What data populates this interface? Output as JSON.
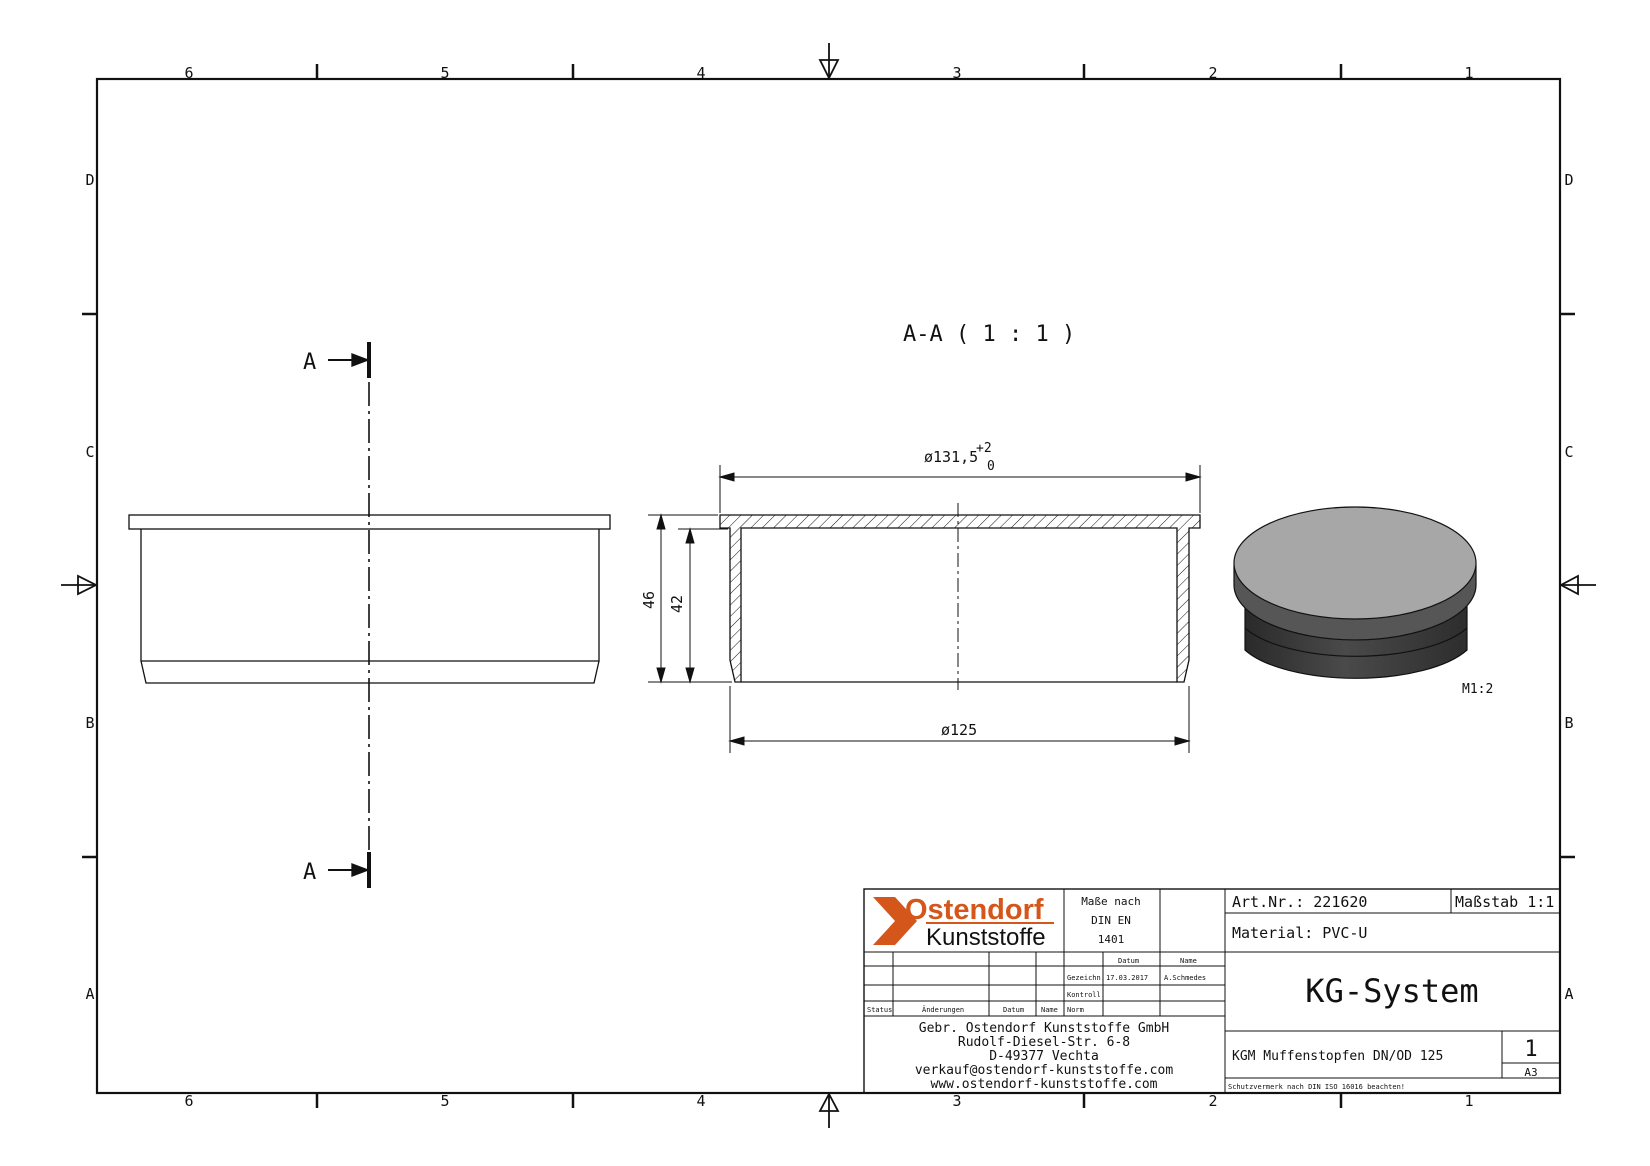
{
  "grid": {
    "columns": [
      "6",
      "5",
      "4",
      "3",
      "2",
      "1"
    ],
    "rows": [
      "D",
      "C",
      "B",
      "A"
    ]
  },
  "views": {
    "section_cut_label": "A",
    "section_title": "A-A ( 1 : 1 )",
    "iso_scale": "M1:2"
  },
  "dimensions": {
    "outer_diameter": "ø131,5",
    "tol_upper": "+2",
    "tol_lower": "0",
    "inner_diameter": "ø125",
    "height_total": "46",
    "height_inner": "42"
  },
  "title_block": {
    "logo_name": "Ostendorf",
    "logo_sub": "Kunststoffe",
    "dims_note_1": "Maße nach",
    "dims_note_2": "DIN EN",
    "dims_note_3": "1401",
    "col_datum": "Datum",
    "col_name": "Name",
    "row_gezeichn": "Gezeichn.",
    "row_kontroll": "Kontroll.",
    "row_norm": "Norm",
    "date": "17.03.2017",
    "drawer": "A.Schmedes",
    "rev_status": "Status",
    "rev_aenderungen": "Änderungen",
    "rev_datum": "Datum",
    "rev_name": "Name",
    "company_1": "Gebr. Ostendorf Kunststoffe GmbH",
    "company_2": "Rudolf-Diesel-Str. 6-8",
    "company_3": "D-49377 Vechta",
    "company_4": "verkauf@ostendorf-kunststoffe.com",
    "company_5": "www.ostendorf-kunststoffe.com",
    "art_nr": "Art.Nr.: 221620",
    "scale": "Maßstab 1:1",
    "material": "Material: PVC-U",
    "system": "KG-System",
    "description": "KGM Muffenstopfen DN/OD 125",
    "sheet": "1",
    "format": "A3",
    "copyright": "Schutzvermerk nach DIN ISO 16016 beachten!"
  },
  "colors": {
    "brand": "#d5561b",
    "line": "#111111",
    "cap_top": "#a7a7a7",
    "cap_side": "#3c3c3c"
  }
}
